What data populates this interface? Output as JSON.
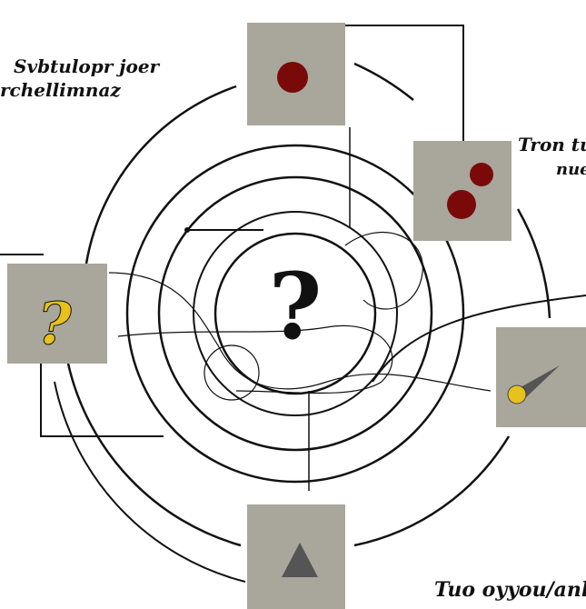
{
  "labels": {
    "top_left_line1": "Svbtulopr joer",
    "top_left_line2": "rchellimnaz",
    "right_line1": "Tron tu",
    "right_line2": "nue",
    "bottom_right": "Tuo oyyou/anlo"
  },
  "center_symbol": "?",
  "left_symbol": "?",
  "colors": {
    "panel": "#a9a69c",
    "dot": "#7a0a0a",
    "accent": "#e6c21a",
    "stroke": "#111111"
  }
}
